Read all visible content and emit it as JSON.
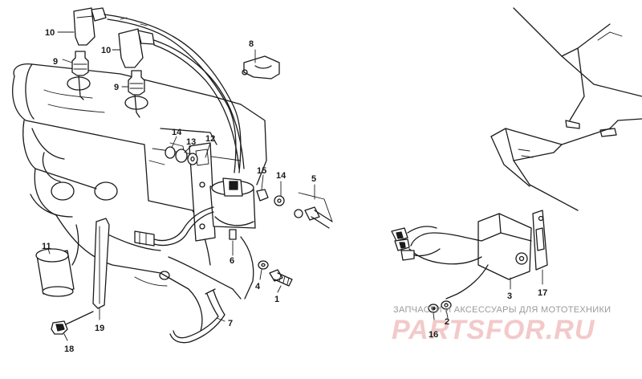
{
  "watermark": {
    "line1": "ЗАПЧАСТИ И АКСЕССУАРЫ ДЛЯ МОТОТЕХНИКИ",
    "line2": "PARTSFOR.RU"
  },
  "callouts": {
    "c1": "1",
    "c2": "2",
    "c3": "3",
    "c4": "4",
    "c5": "5",
    "c6": "6",
    "c7": "7",
    "c8": "8",
    "c9a": "9",
    "c9b": "9",
    "c10a": "10",
    "c10b": "10",
    "c11": "11",
    "c12": "12",
    "c13": "13",
    "c14a": "14",
    "c14b": "14",
    "c15": "15",
    "c16": "16",
    "c17": "17",
    "c18": "18",
    "c19": "19"
  }
}
